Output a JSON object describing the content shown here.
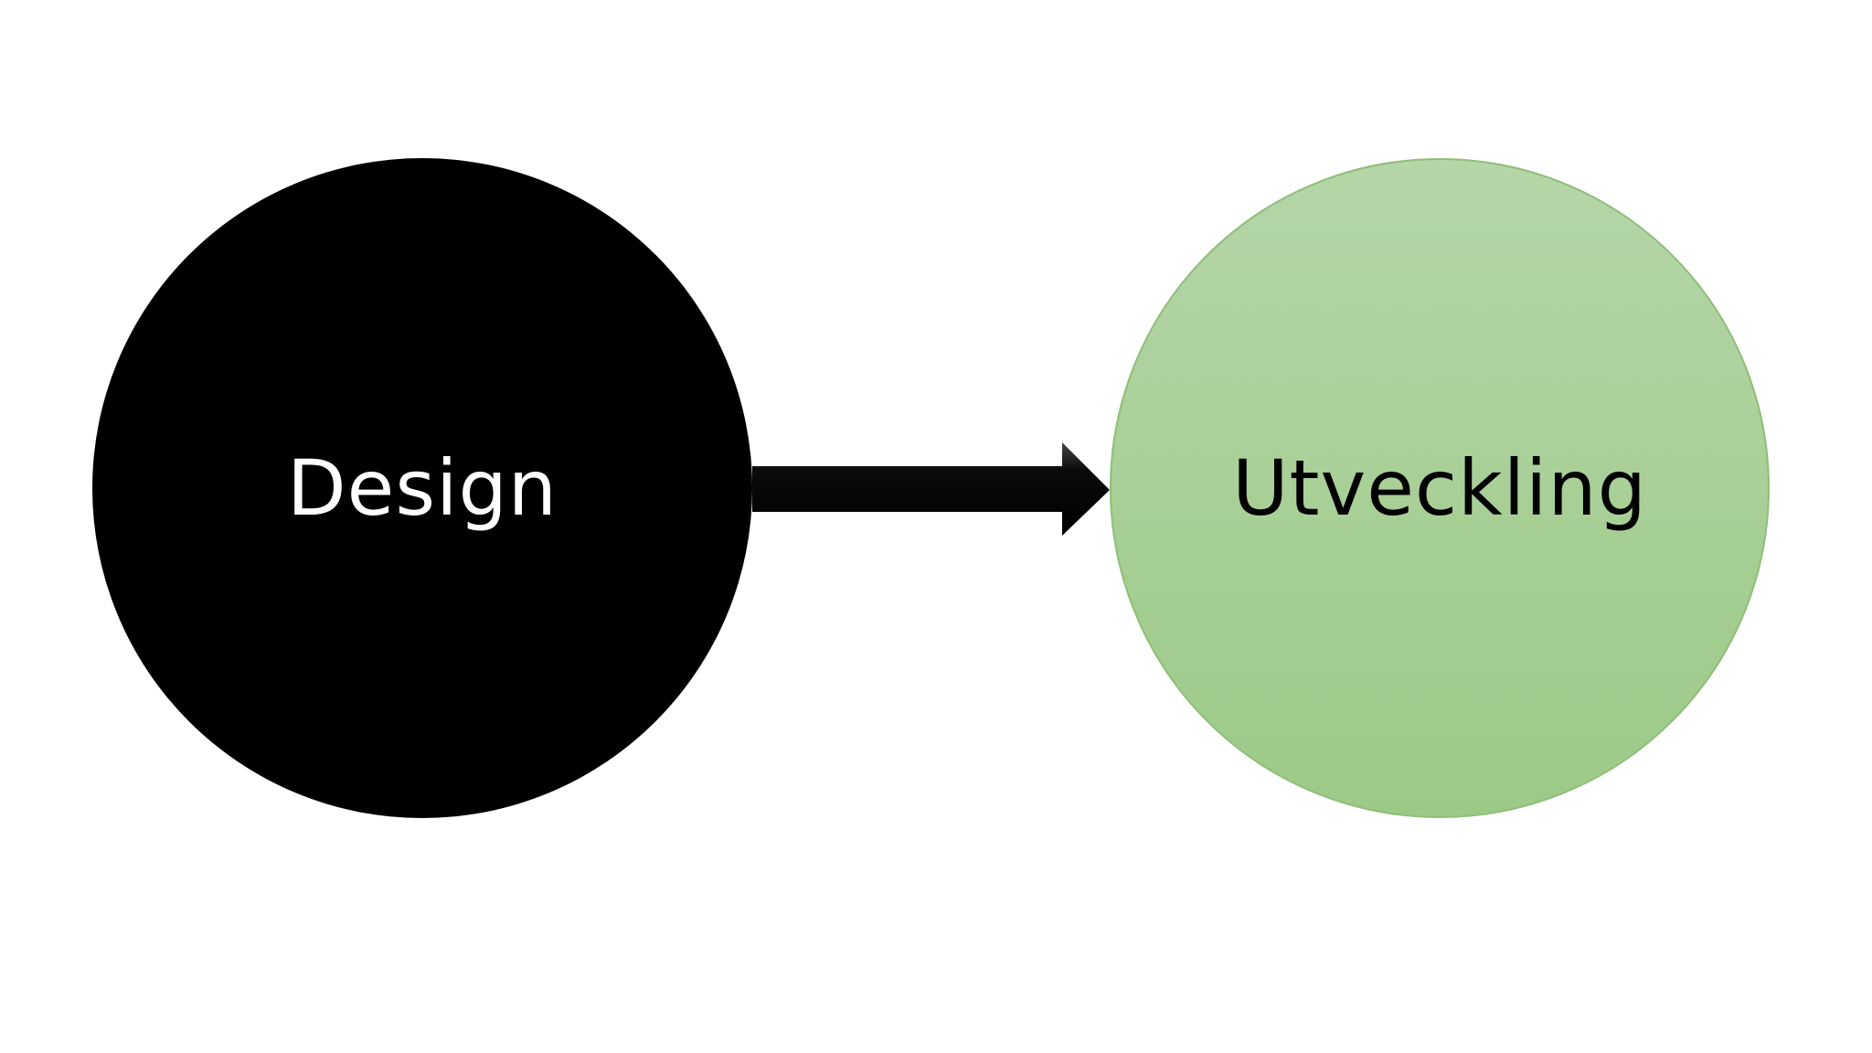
{
  "diagram": {
    "nodes": [
      {
        "label": "Design",
        "fill": "#000000",
        "text_color": "#ffffff"
      },
      {
        "label": "Utveckling",
        "fill_top": "#b5d6a8",
        "fill_bottom": "#9cca86",
        "text_color": "#000000"
      }
    ],
    "connector": {
      "from": "Design",
      "to": "Utveckling",
      "shape": "block-arrow",
      "color": "#000000"
    }
  }
}
